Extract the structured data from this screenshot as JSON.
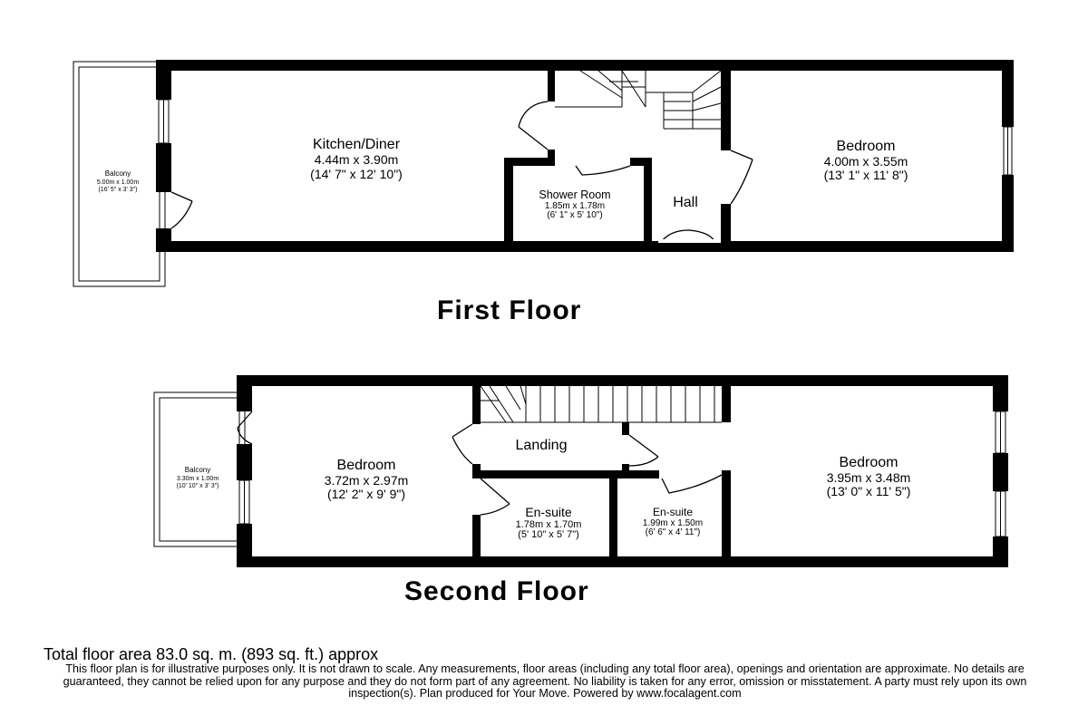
{
  "first_floor": {
    "title": "First Floor",
    "rooms": {
      "kitchen": {
        "name": "Kitchen/Diner",
        "metric": "4.44m x 3.90m",
        "imperial": "(14' 7\" x 12' 10\")"
      },
      "bedroom": {
        "name": "Bedroom",
        "metric": "4.00m x 3.55m",
        "imperial": "(13' 1\" x 11' 8\")"
      },
      "shower": {
        "name": "Shower Room",
        "metric": "1.85m x 1.78m",
        "imperial": "(6' 1\" x 5' 10\")"
      },
      "hall": {
        "name": "Hall"
      },
      "balcony": {
        "name": "Balcony",
        "metric": "5.00m x 1.00m",
        "imperial": "(16' 5\" x 3' 3\")"
      }
    }
  },
  "second_floor": {
    "title": "Second Floor",
    "rooms": {
      "bedroom_left": {
        "name": "Bedroom",
        "metric": "3.72m x 2.97m",
        "imperial": "(12' 2\" x 9' 9\")"
      },
      "bedroom_right": {
        "name": "Bedroom",
        "metric": "3.95m x 3.48m",
        "imperial": "(13' 0\" x 11' 5\")"
      },
      "landing": {
        "name": "Landing"
      },
      "ensuite_left": {
        "name": "En-suite",
        "metric": "1.78m x 1.70m",
        "imperial": "(5' 10\" x 5' 7\")"
      },
      "ensuite_right": {
        "name": "En-suite",
        "metric": "1.99m x 1.50m",
        "imperial": "(6' 6\" x 4' 11\")"
      },
      "balcony": {
        "name": "Balcony",
        "metric": "3.30m x 1.00m",
        "imperial": "(10' 10\" x 3' 3\")"
      }
    }
  },
  "footer": {
    "total_area": "Total floor area 83.0 sq. m. (893 sq. ft.) approx",
    "disclaimer": "This floor plan is for illustrative purposes only. It is not drawn to scale. Any measurements, floor areas (including any total floor area), openings and orientation are approximate. No details are guaranteed, they cannot be relied upon for any purpose and they do not form part of any agreement. No liability is taken for any error, omission or misstatement. A party must rely upon its own inspection(s). Plan produced for Your Move. Powered by www.focalagent.com"
  }
}
